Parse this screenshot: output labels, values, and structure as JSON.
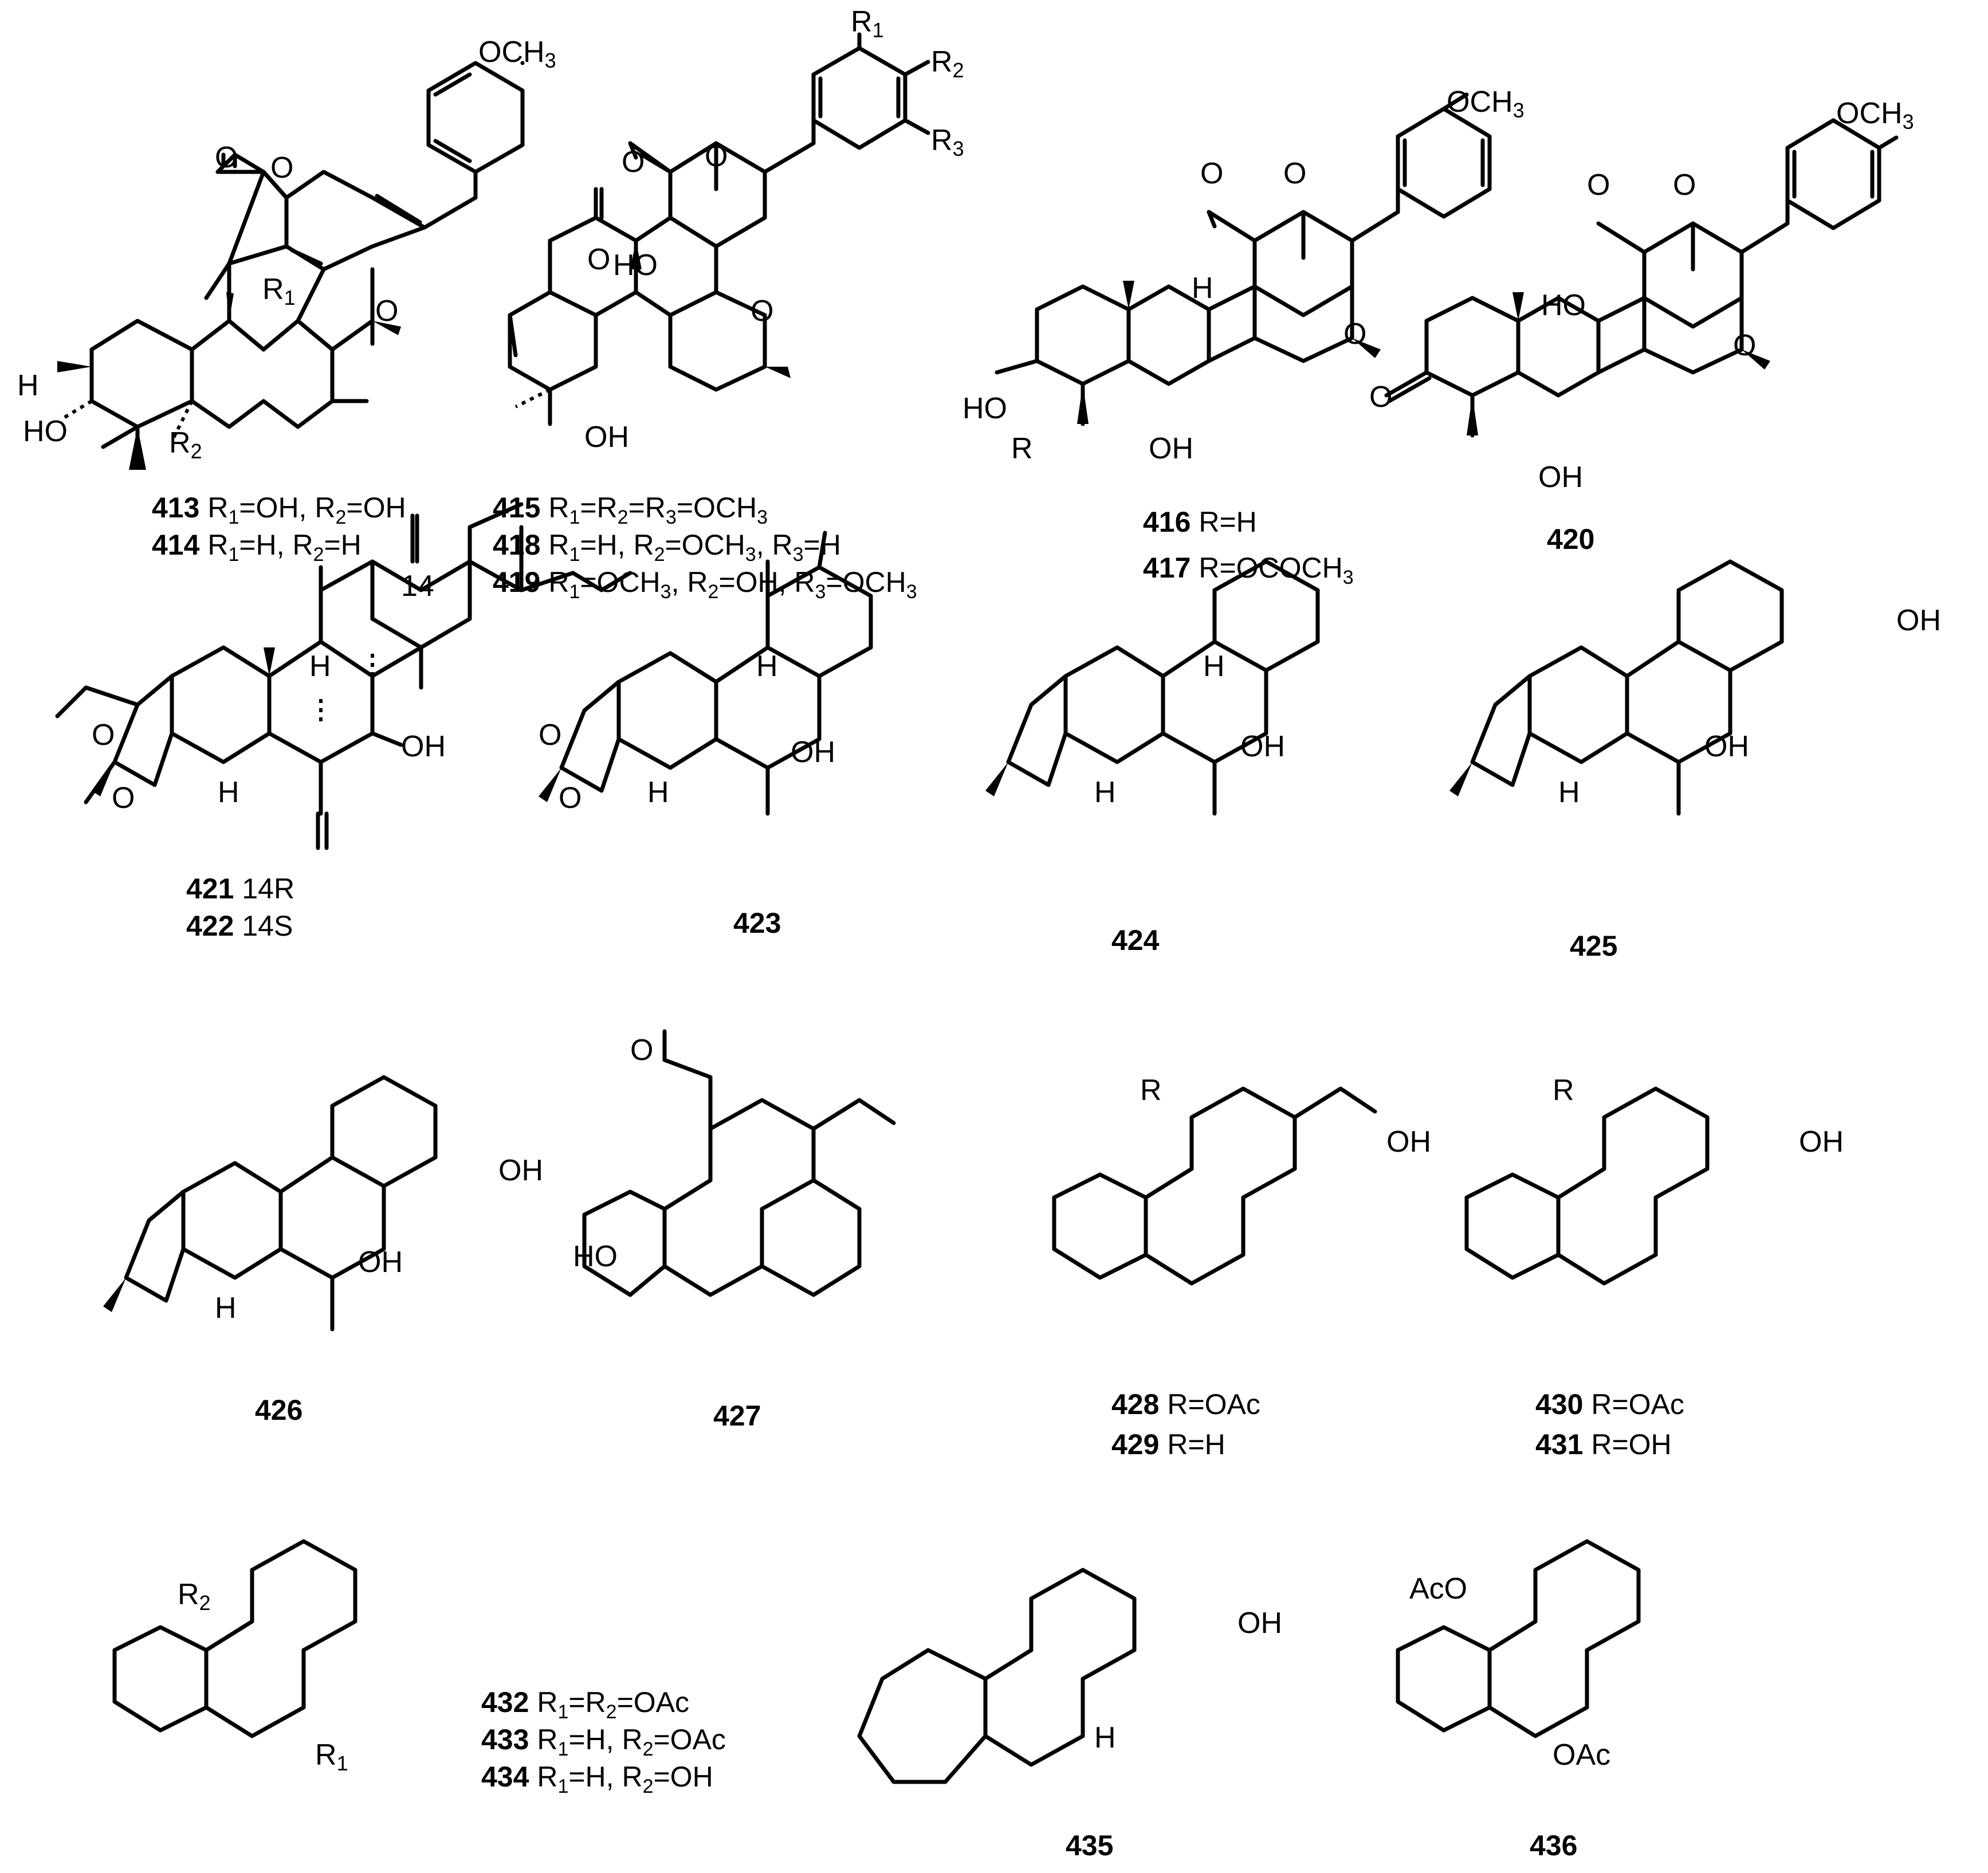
{
  "compounds": [
    {
      "id": "413",
      "sub": "R",
      "sub_index": "1",
      "eq": "=OH, R",
      "sub2_index": "2",
      "tail": "=OH"
    },
    {
      "id": "414",
      "sub": "R",
      "sub_index": "1",
      "eq": "=H, R",
      "sub2_index": "2",
      "tail": "=H"
    },
    {
      "id": "415",
      "text": "R1=R2=R3=OCH3"
    },
    {
      "id": "418",
      "text": "R1=H, R2=OCH3, R3=H"
    },
    {
      "id": "419",
      "text": "R1=OCH3, R2=OH, R3=OCH3"
    },
    {
      "id": "416",
      "text": "R=H"
    },
    {
      "id": "417",
      "text": "R=OCOCH3"
    },
    {
      "id": "420",
      "text": ""
    },
    {
      "id": "421",
      "text": "14R"
    },
    {
      "id": "422",
      "text": "14S"
    },
    {
      "id": "423",
      "text": ""
    },
    {
      "id": "424",
      "text": ""
    },
    {
      "id": "425",
      "text": ""
    },
    {
      "id": "426",
      "text": ""
    },
    {
      "id": "427",
      "text": ""
    },
    {
      "id": "428",
      "text": "R=OAc"
    },
    {
      "id": "429",
      "text": "R=H"
    },
    {
      "id": "430",
      "text": "R=OAc"
    },
    {
      "id": "431",
      "text": "R=OH"
    },
    {
      "id": "432",
      "text": "R1=R2=OAc"
    },
    {
      "id": "433",
      "text": "R1=H, R2=OAc"
    },
    {
      "id": "434",
      "text": "R1=H, R2=OH"
    },
    {
      "id": "435",
      "text": ""
    },
    {
      "id": "436",
      "text": ""
    }
  ],
  "labels": {
    "ome": "OCH3",
    "o": "O",
    "oh": "OH",
    "ho": "HO",
    "h": "H",
    "r": "R",
    "r1": "R1",
    "r2": "R2",
    "r3": "R3",
    "oac": "OAc",
    "aco": "AcO",
    "c14": "14"
  }
}
